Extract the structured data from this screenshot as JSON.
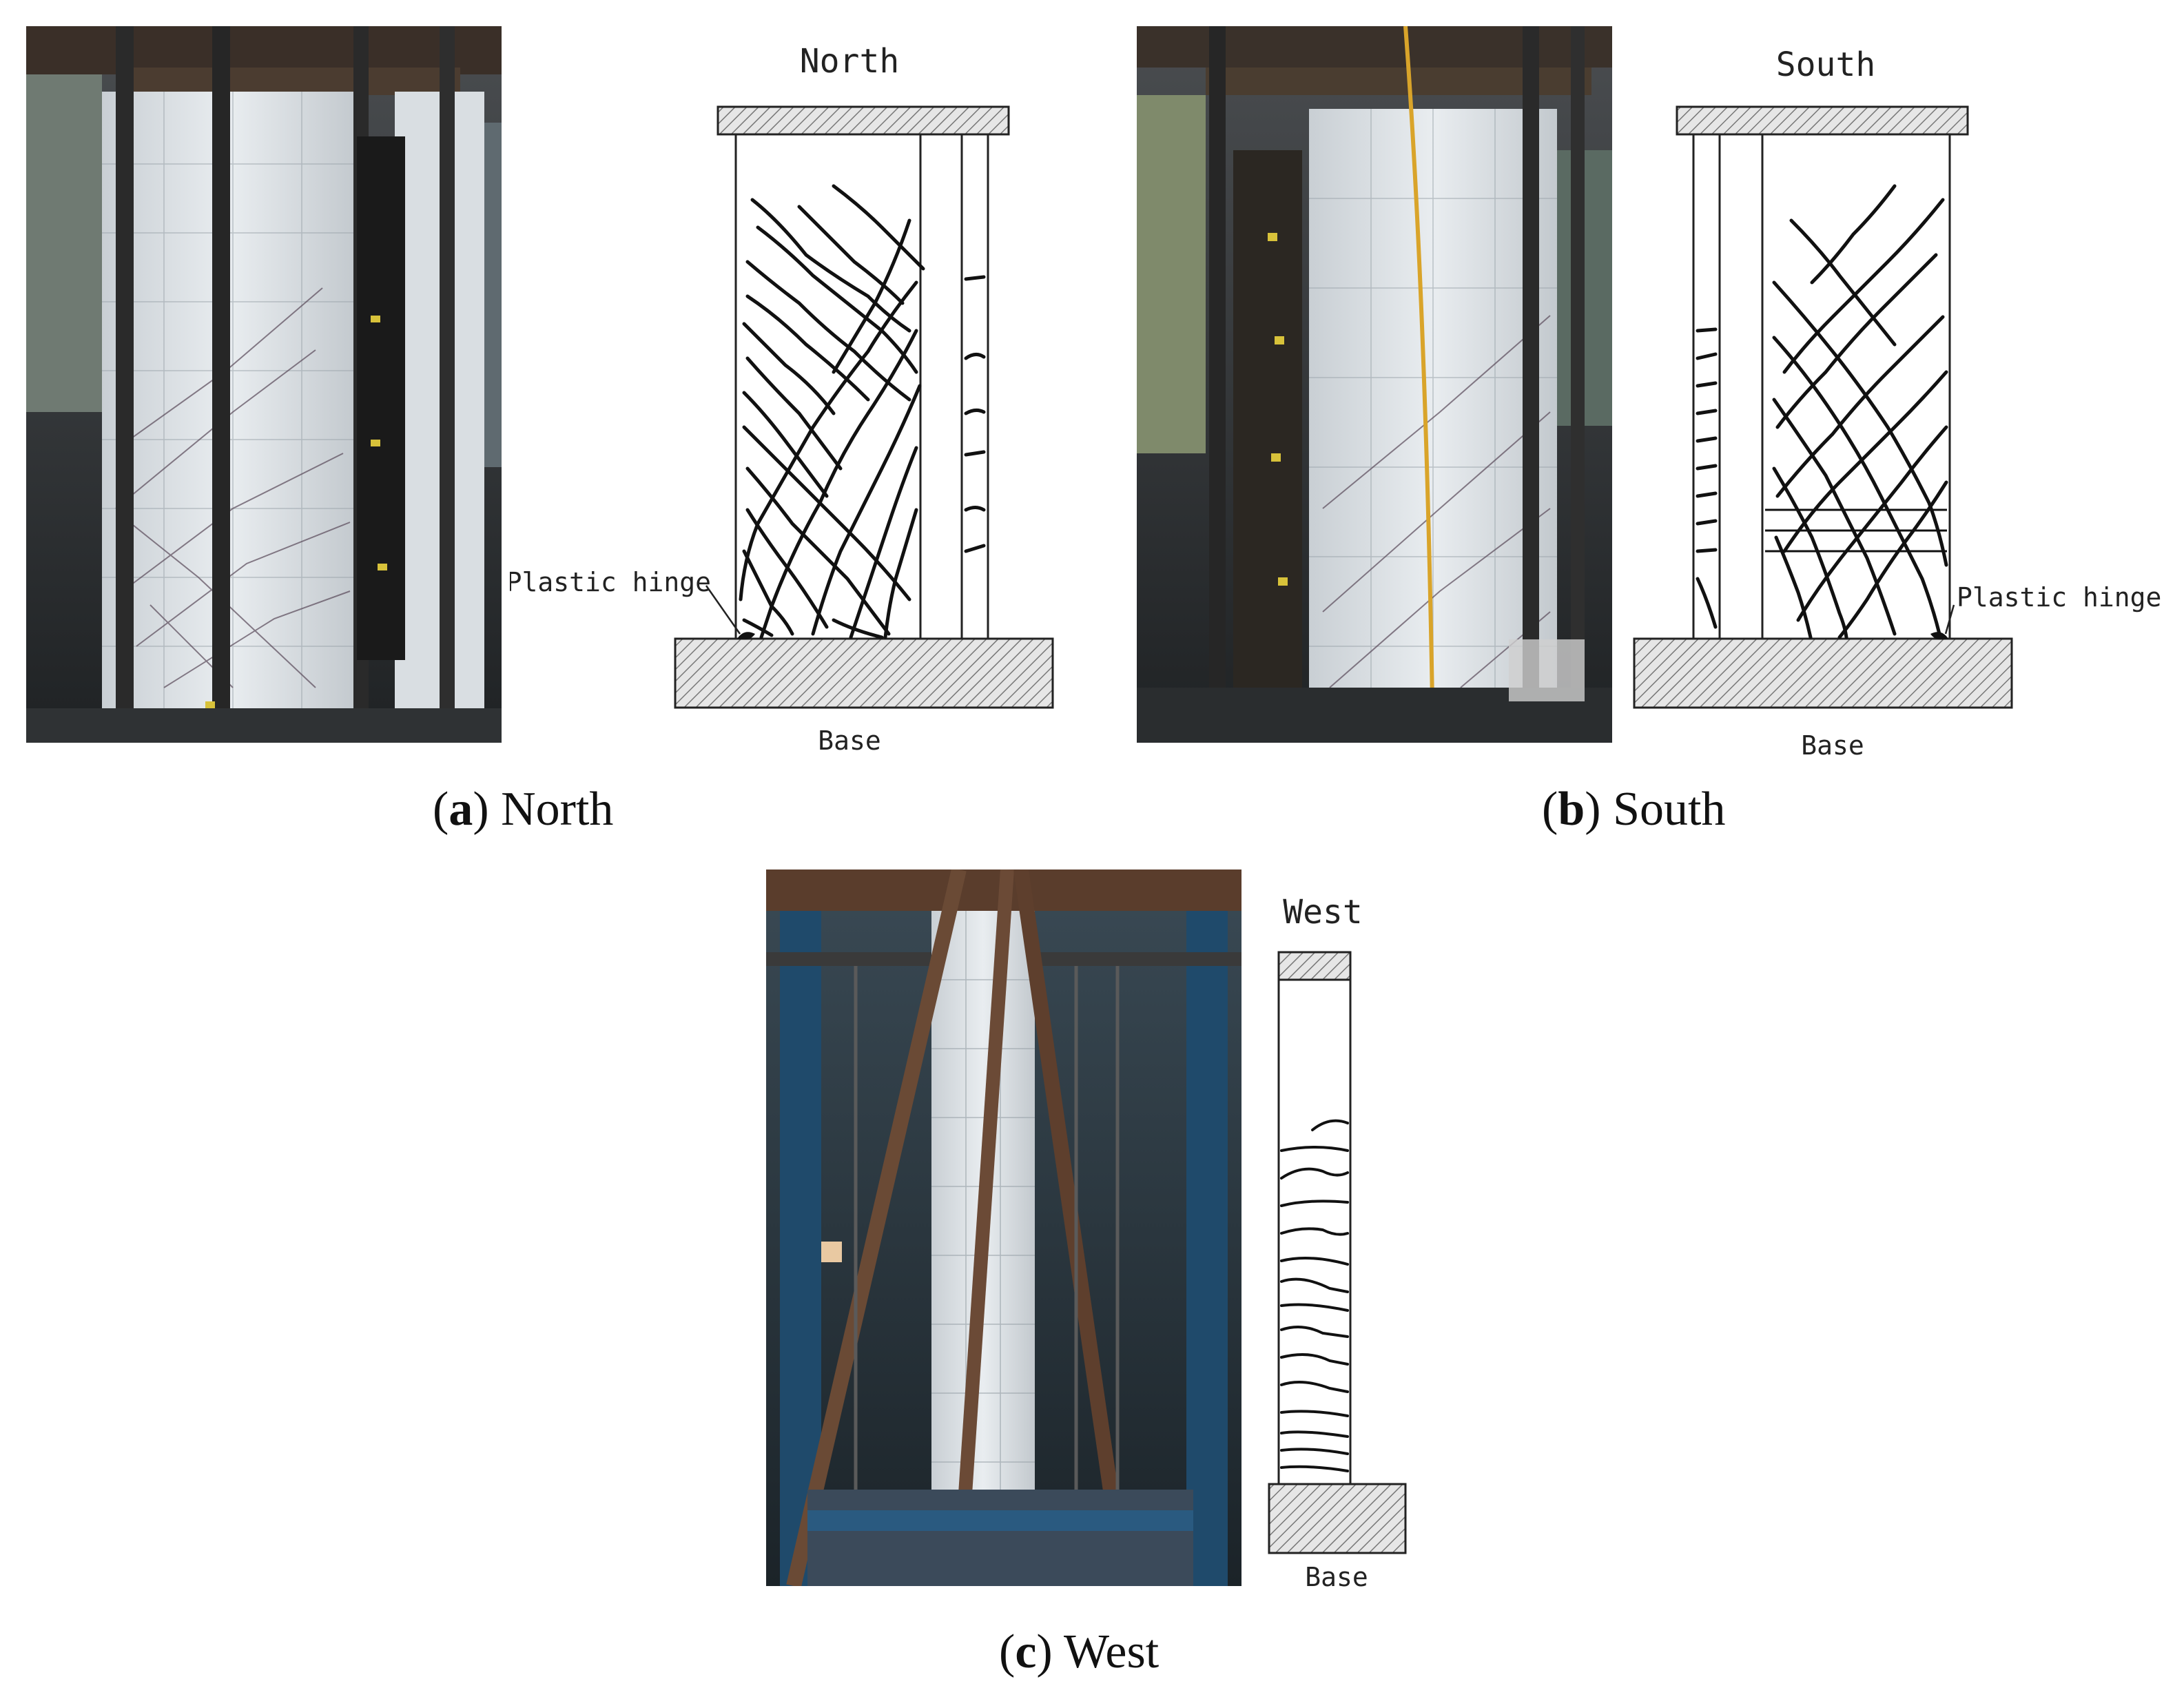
{
  "panels": [
    {
      "letter": "a",
      "caption": "North",
      "sketch_title": "North",
      "hinge_label": "Plastic hinge",
      "base_label": "Base"
    },
    {
      "letter": "b",
      "caption": "South",
      "sketch_title": "South",
      "hinge_label": "Plastic hinge",
      "base_label": "Base"
    },
    {
      "letter": "c",
      "caption": "West",
      "sketch_title": "West",
      "base_label": "Base"
    }
  ]
}
